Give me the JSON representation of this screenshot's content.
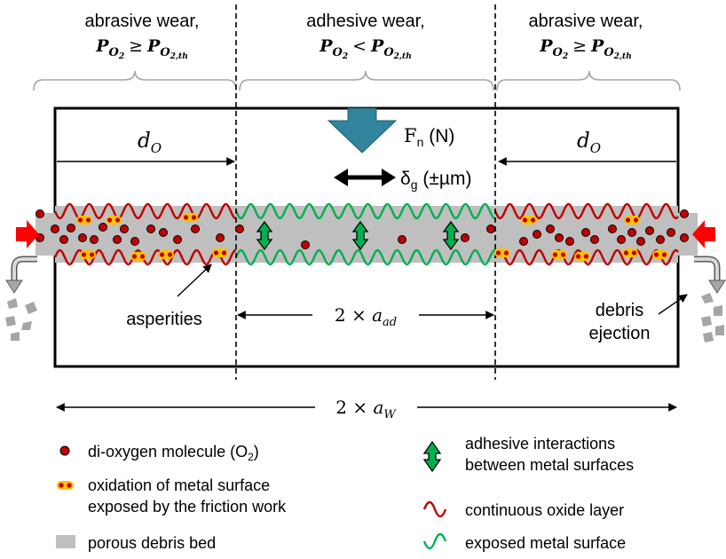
{
  "regions": {
    "left": {
      "line1": "abrasive wear,",
      "P": "P",
      "O": "O",
      "two": "2",
      "op": "≥",
      "th": "2,th"
    },
    "center": {
      "line1": "adhesive wear,",
      "P": "P",
      "O": "O",
      "two": "2",
      "op": "<",
      "th": "2,th"
    },
    "right": {
      "line1": "abrasive wear,",
      "P": "P",
      "O": "O",
      "two": "2",
      "op": "≥",
      "th": "2,th"
    }
  },
  "labels": {
    "dO_left": "d",
    "dO_left_sub": "O",
    "dO_right": "d",
    "dO_right_sub": "O",
    "force": "F",
    "force_sub": "n",
    "force_unit": " (N)",
    "disp": "δ",
    "disp_sub": "g",
    "disp_unit": " (±µm)",
    "asperities": "asperities",
    "debris_line1": "debris",
    "debris_line2": "ejection",
    "aad_pre": "2 × ",
    "aad_a": "a",
    "aad_sub": "ad",
    "aw_pre": "2 × ",
    "aw_a": "a",
    "aw_sub": "W"
  },
  "legend": {
    "dioxygen": "di-oxygen molecule (O",
    "dioxygen_sub": "2",
    "dioxygen_end": ")",
    "oxidation_line1": "oxidation of metal surface",
    "oxidation_line2": "exposed by the friction work",
    "debris_bed": "porous debris bed",
    "adhesive_line1": "adhesive interactions",
    "adhesive_line2": "between metal surfaces",
    "oxide_layer": "continuous oxide layer",
    "metal_surface": "exposed metal surface"
  },
  "colors": {
    "oxide": "#c00000",
    "metal": "#00b050",
    "debris": "#bfbfbf",
    "molecule": "#c00000",
    "oxidation_fill": "#ffc000",
    "force_arrow": "#31849b",
    "inlet_arrow": "#ff0000",
    "ejection": "#a6a6a6"
  }
}
